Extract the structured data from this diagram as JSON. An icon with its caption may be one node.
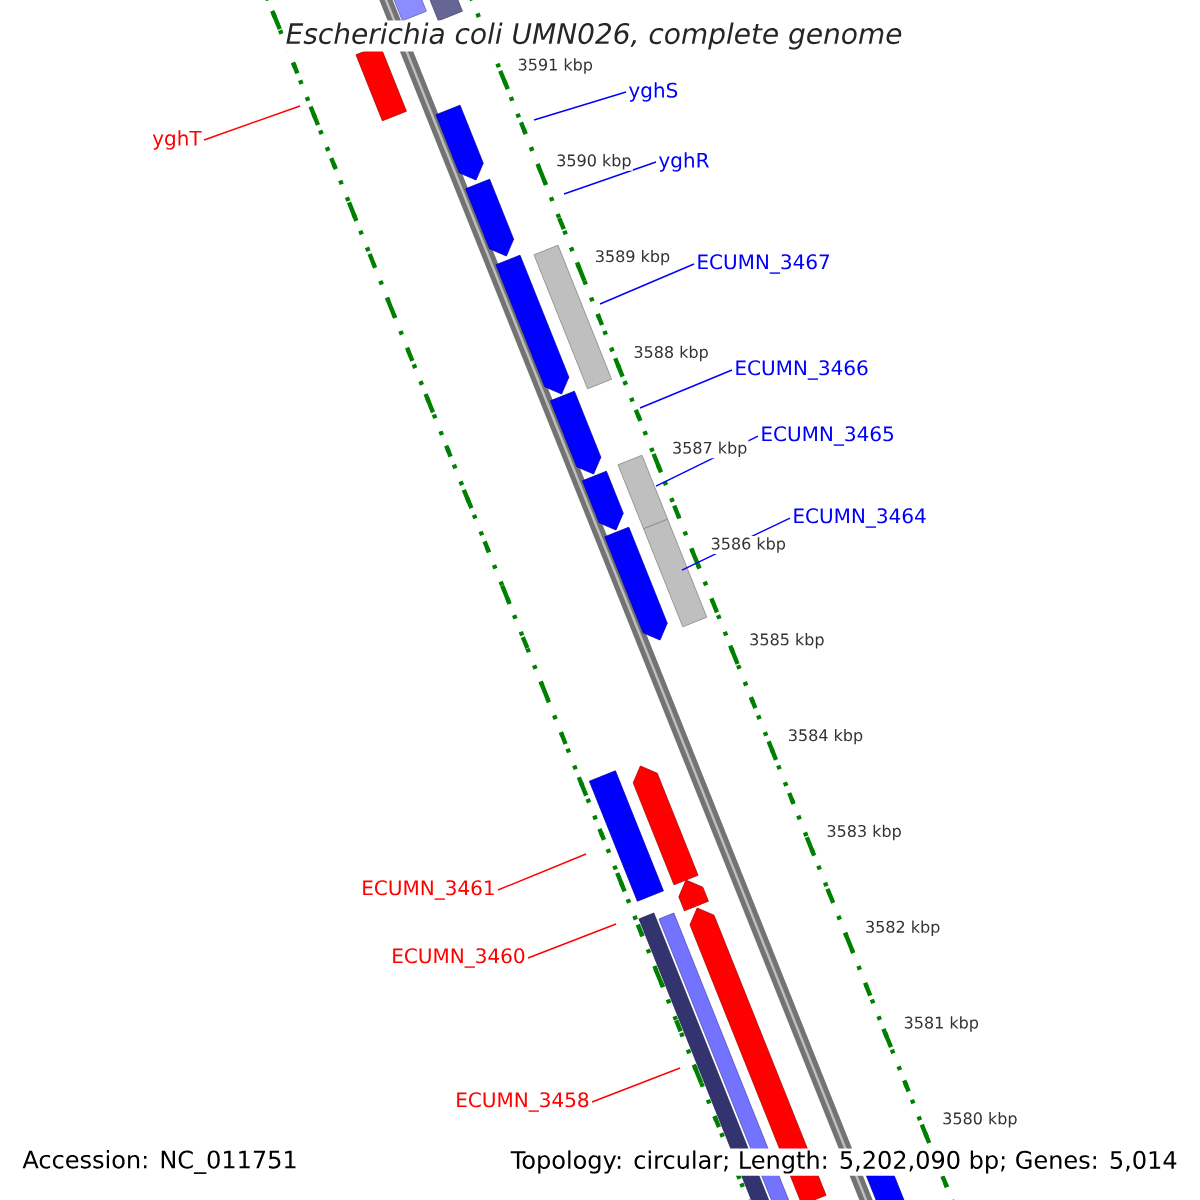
{
  "diagram": {
    "title": "Escherichia coli UMN026, complete genome",
    "nodes": [
      {
        "text": [
          "yghT"
        ]
      },
      {
        "text": [
          "yghS"
        ]
      },
      {
        "text": [
          "yghR"
        ]
      },
      {
        "text": [
          "ECUMN_3467"
        ]
      },
      {
        "text": [
          "ECUMN_3466"
        ]
      },
      {
        "text": [
          "ECUMN_3465"
        ]
      },
      {
        "text": [
          "ECUMN_3464"
        ]
      },
      {
        "text": [
          "ECUMN_3461"
        ]
      },
      {
        "text": [
          "ECUMN_3460"
        ]
      },
      {
        "text": [
          "ECUMN_3458"
        ]
      }
    ],
    "edges": [
      {
        "from": 0,
        "to": null,
        "arrow": "none",
        "color": "#ff0000"
      },
      {
        "from": 1,
        "to": null,
        "arrow": "none"
      },
      {
        "from": 2,
        "to": null,
        "arrow": "none"
      },
      {
        "from": 3,
        "to": null,
        "arrow": "none"
      },
      {
        "from": 4,
        "to": null,
        "arrow": "none"
      },
      {
        "from": 5,
        "to": null,
        "arrow": "none"
      },
      {
        "from": 6,
        "to": null,
        "arrow": "none"
      },
      {
        "from": 7,
        "to": null,
        "arrow": "none",
        "color": "#ff0000"
      },
      {
        "from": 8,
        "to": null,
        "arrow": "none",
        "color": "#ff0000"
      },
      {
        "from": 9,
        "to": null,
        "arrow": "none",
        "color": "#ff0000"
      }
    ],
    "labels": [
      "3591 kbp",
      "3590 kbp",
      "3589 kbp",
      "3588 kbp",
      "3587 kbp",
      "3586 kbp",
      "3585 kbp",
      "3584 kbp",
      "3583 kbp",
      "3582 kbp",
      "3581 kbp",
      "3580 kbp",
      "Accession: NC_011751",
      "Topology: circular; Length: 5,202,090 bp; Genes: 5,014"
    ]
  }
}
